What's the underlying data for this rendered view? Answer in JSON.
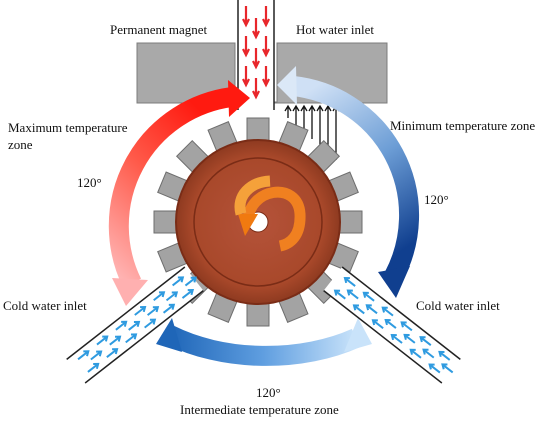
{
  "labels": {
    "permanent_magnet": "Permanent magnet",
    "hot_water_inlet": "Hot water inlet",
    "maximum_temperature_zone_line1": "Maximum temperature",
    "maximum_temperature_zone_line2": "zone",
    "minimum_temperature_zone": "Minimum temperature zone",
    "angle_left": "120°",
    "angle_right": "120°",
    "angle_bottom": "120°",
    "cold_water_inlet_left": "Cold water inlet",
    "cold_water_inlet_right": "Cold water inlet",
    "intermediate_temperature_zone": "Intermediate temperature zone"
  },
  "wheel": {
    "tooth_count": 16
  },
  "colors": {
    "magnet": "#a9a9a9",
    "rotor": "#a8482a",
    "rotor_dark": "#7a2c16",
    "teeth": "#a3a3a3",
    "hot_stream": "#e8262b",
    "cold_stream": "#2f9be0",
    "warm_arrow": "#ff2a1a",
    "cool_arrow": "#1a4fa0",
    "rotation_arrow": "#f08020"
  }
}
